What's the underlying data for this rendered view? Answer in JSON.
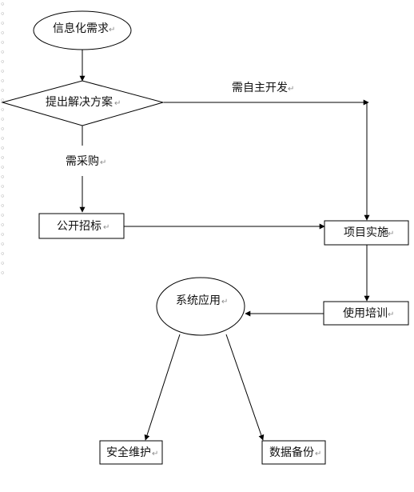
{
  "diagram": {
    "nodes": {
      "start": {
        "text": "信息化需求",
        "shape": "ellipse"
      },
      "decision": {
        "text": "提出解决方案",
        "shape": "diamond"
      },
      "tender": {
        "text": "公开招标",
        "shape": "rect"
      },
      "implement": {
        "text": "项目实施",
        "shape": "rect"
      },
      "training": {
        "text": "使用培训",
        "shape": "rect"
      },
      "application": {
        "text": "系统应用",
        "shape": "ellipse"
      },
      "security": {
        "text": "安全维护",
        "shape": "rect"
      },
      "backup": {
        "text": "数据备份",
        "shape": "rect"
      }
    },
    "edges": {
      "self_dev": "需自主开发",
      "purchase": "需采购"
    },
    "paragraph_mark": "↵"
  }
}
